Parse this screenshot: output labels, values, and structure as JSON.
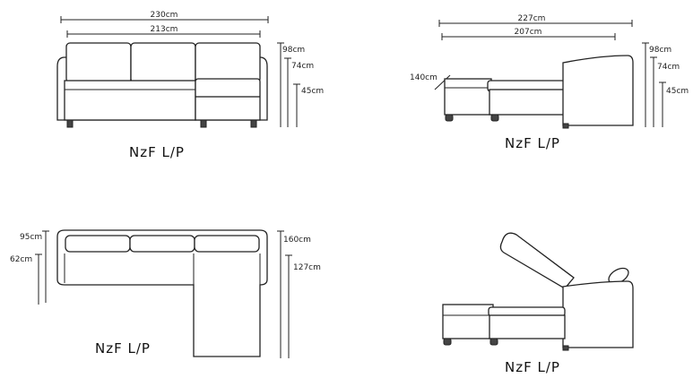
{
  "views": {
    "front": {
      "caption": "NzF  L/P",
      "width_total": "230cm",
      "width_inner": "213cm",
      "height_total": "98cm",
      "height_back": "74cm",
      "height_seat": "45cm"
    },
    "side": {
      "caption": "NzF  L/P",
      "length_total": "227cm",
      "length_inner": "207cm",
      "bed_depth": "140cm",
      "height_total": "98cm",
      "height_back": "74cm",
      "height_seat": "45cm"
    },
    "top": {
      "caption": "NzF  L/P",
      "depth_total": "95cm",
      "depth_seat": "62cm",
      "length_chaise": "160cm",
      "length_seat": "127cm"
    },
    "bed": {
      "caption": "NzF  L/P"
    }
  }
}
